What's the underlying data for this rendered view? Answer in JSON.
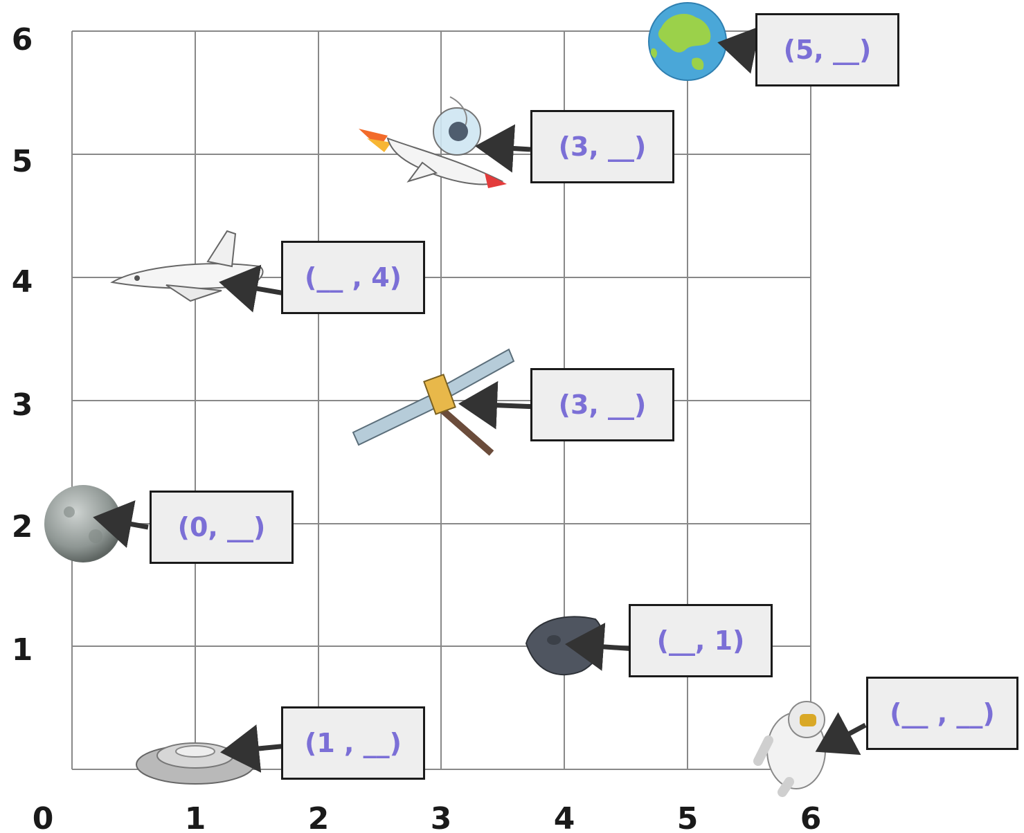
{
  "grid": {
    "x_ticks": [
      "0",
      "1",
      "2",
      "3",
      "4",
      "5",
      "6"
    ],
    "y_ticks": [
      "1",
      "2",
      "3",
      "4",
      "5",
      "6"
    ]
  },
  "objects": [
    {
      "id": "earth",
      "icon": "earth-icon",
      "label": "(5, __)"
    },
    {
      "id": "rocket",
      "icon": "rocket-icon",
      "label": "(3, __)"
    },
    {
      "id": "shuttle",
      "icon": "space-shuttle-icon",
      "label": "(__ , 4)"
    },
    {
      "id": "satellite",
      "icon": "satellite-icon",
      "label": "(3, __)"
    },
    {
      "id": "moon",
      "icon": "moon-icon",
      "label": "(0, __)"
    },
    {
      "id": "asteroid",
      "icon": "asteroid-icon",
      "label": "(__, 1)"
    },
    {
      "id": "ufo",
      "icon": "ufo-icon",
      "label": "(1 , __)"
    },
    {
      "id": "astronaut",
      "icon": "astronaut-icon",
      "label": "(__ , __)"
    }
  ],
  "colors": {
    "label_text": "#7b6fd6",
    "label_box": "#eeeeee",
    "grid_line": "#888888"
  }
}
